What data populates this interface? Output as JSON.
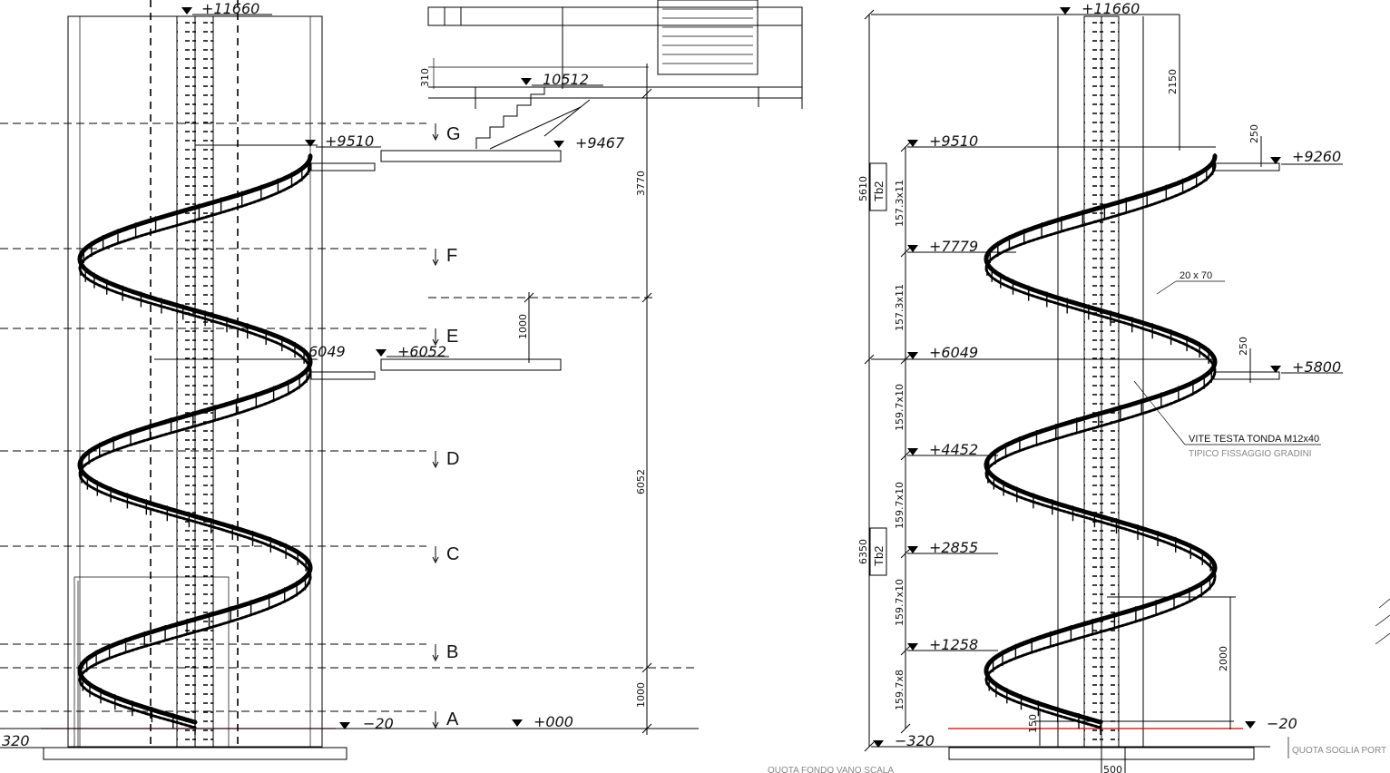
{
  "left_view": {
    "top_level": "+11660",
    "levels": {
      "l9510": "+9510",
      "l9467": "+9467",
      "l10512": "10512",
      "l6049": "6049",
      "l6052": "+6052",
      "l20": "−20",
      "l000": "+000",
      "l320": "320"
    },
    "sections": [
      "G",
      "F",
      "E",
      "D",
      "C",
      "B",
      "A"
    ],
    "dims": {
      "d310": "310",
      "d3770": "3770",
      "d1000a": "1000",
      "d6052": "6052",
      "d1000b": "1000"
    }
  },
  "right_view": {
    "top_level": "+11660",
    "levels": {
      "l9510": "+9510",
      "l7779": "+7779",
      "l6049": "+6049",
      "l4452": "+4452",
      "l2855": "+2855",
      "l1258": "+1258",
      "l320": "−320",
      "l9260": "+9260",
      "l5800": "+5800",
      "l20": "−20"
    },
    "dims": {
      "d5610": "5610",
      "d6350": "6350",
      "d2150": "2150",
      "d250a": "250",
      "d250b": "250",
      "d2000": "2000",
      "d150": "150",
      "d500": "500",
      "r1": "157.3x11",
      "r2": "157.3x11",
      "r3": "159.7x10",
      "r4": "159.7x10",
      "r5": "159.7x10",
      "r6": "159.7x8"
    },
    "tags": [
      "Tb2",
      "Tb2"
    ],
    "notes": {
      "plate": "20 x 70",
      "screw": "VITE TESTA TONDA M12x40",
      "fix": "TIPICO FISSAGGIO GRADINI",
      "threshold": "QUOTA SOGLIA PORT",
      "bottom": "QUOTA FONDO VANO SCALA"
    }
  }
}
